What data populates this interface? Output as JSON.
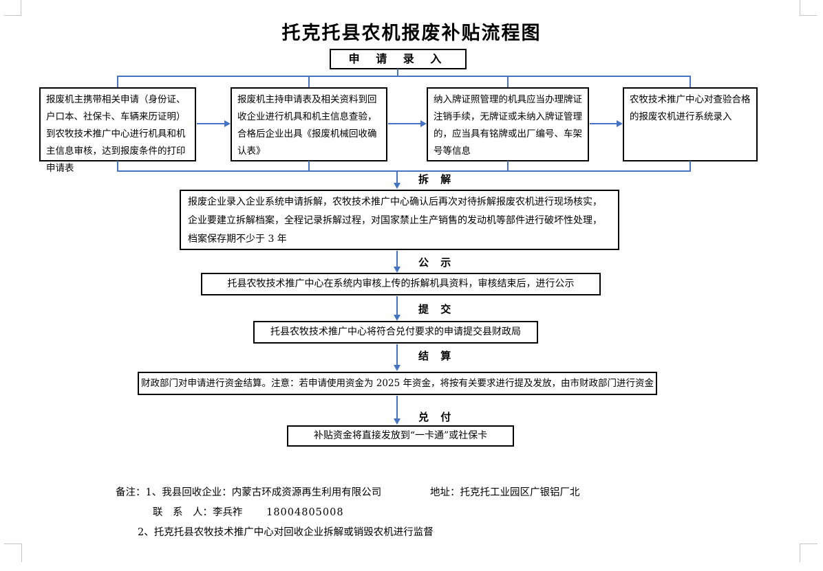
{
  "title": "托克托县农机报废补贴流程图",
  "colors": {
    "connector_blue": "#4472C4",
    "box_border": "#000000",
    "crop_mark_gray": "#c4c4c4",
    "background": "#ffffff"
  },
  "flow": {
    "start": {
      "label": "申 请 录 入"
    },
    "top_boxes": [
      {
        "text": "报废机主携带相关申请（身份证、户口本、社保卡、车辆来历证明）到农牧技术推广中心进行机具和机主信息审核，达到报废条件的打印申请表"
      },
      {
        "text": "报废机主持申请表及相关资料到回收企业进行机具和机主信息查验，合格后企业出具《报废机械回收确认表》"
      },
      {
        "text": "纳入牌证照管理的机具应当办理牌证注销手续，无牌证或未纳入牌证管理的，应当具有铭牌或出厂编号、车架号等信息"
      },
      {
        "text": "农牧技术推广中心对查验合格的报废农机进行系统录入"
      }
    ],
    "stages": [
      {
        "label": "拆 解",
        "text": "报废企业录入企业系统申请拆解，农牧技术推广中心确认后再次对待拆解报废农机进行现场核实，企业要建立拆解档案，全程记录拆解过程，对国家禁止生产销售的发动机等部件进行破坏性处理，档案保存期不少于 3 年"
      },
      {
        "label": "公 示",
        "text": "托县农牧技术推广中心在系统内审核上传的拆解机具资料，审核结束后，进行公示"
      },
      {
        "label": "提 交",
        "text": "托县农牧技术推广中心将符合兑付要求的申请提交县财政局"
      },
      {
        "label": "结 算",
        "text": "财政部门对申请进行资金结算。注意：若申请使用资金为 2025 年资金，将按有关要求进行提及发放，由市财政部门进行资金"
      },
      {
        "label": "兑 付",
        "text": "补贴资金将直接发放到“一卡通”或社保卡"
      }
    ]
  },
  "notes": {
    "line1_left": "备注：1、我县回收企业：内蒙古环成资源再生利用有限公司",
    "line1_right": "地址：托克托工业园区广银铝厂北",
    "line2_contact": "联　系　人：李兵祚",
    "line2_phone": "18004805008",
    "line3": "2、托克托县农牧技术推广中心对回收企业拆解或销毁农机进行监督"
  }
}
